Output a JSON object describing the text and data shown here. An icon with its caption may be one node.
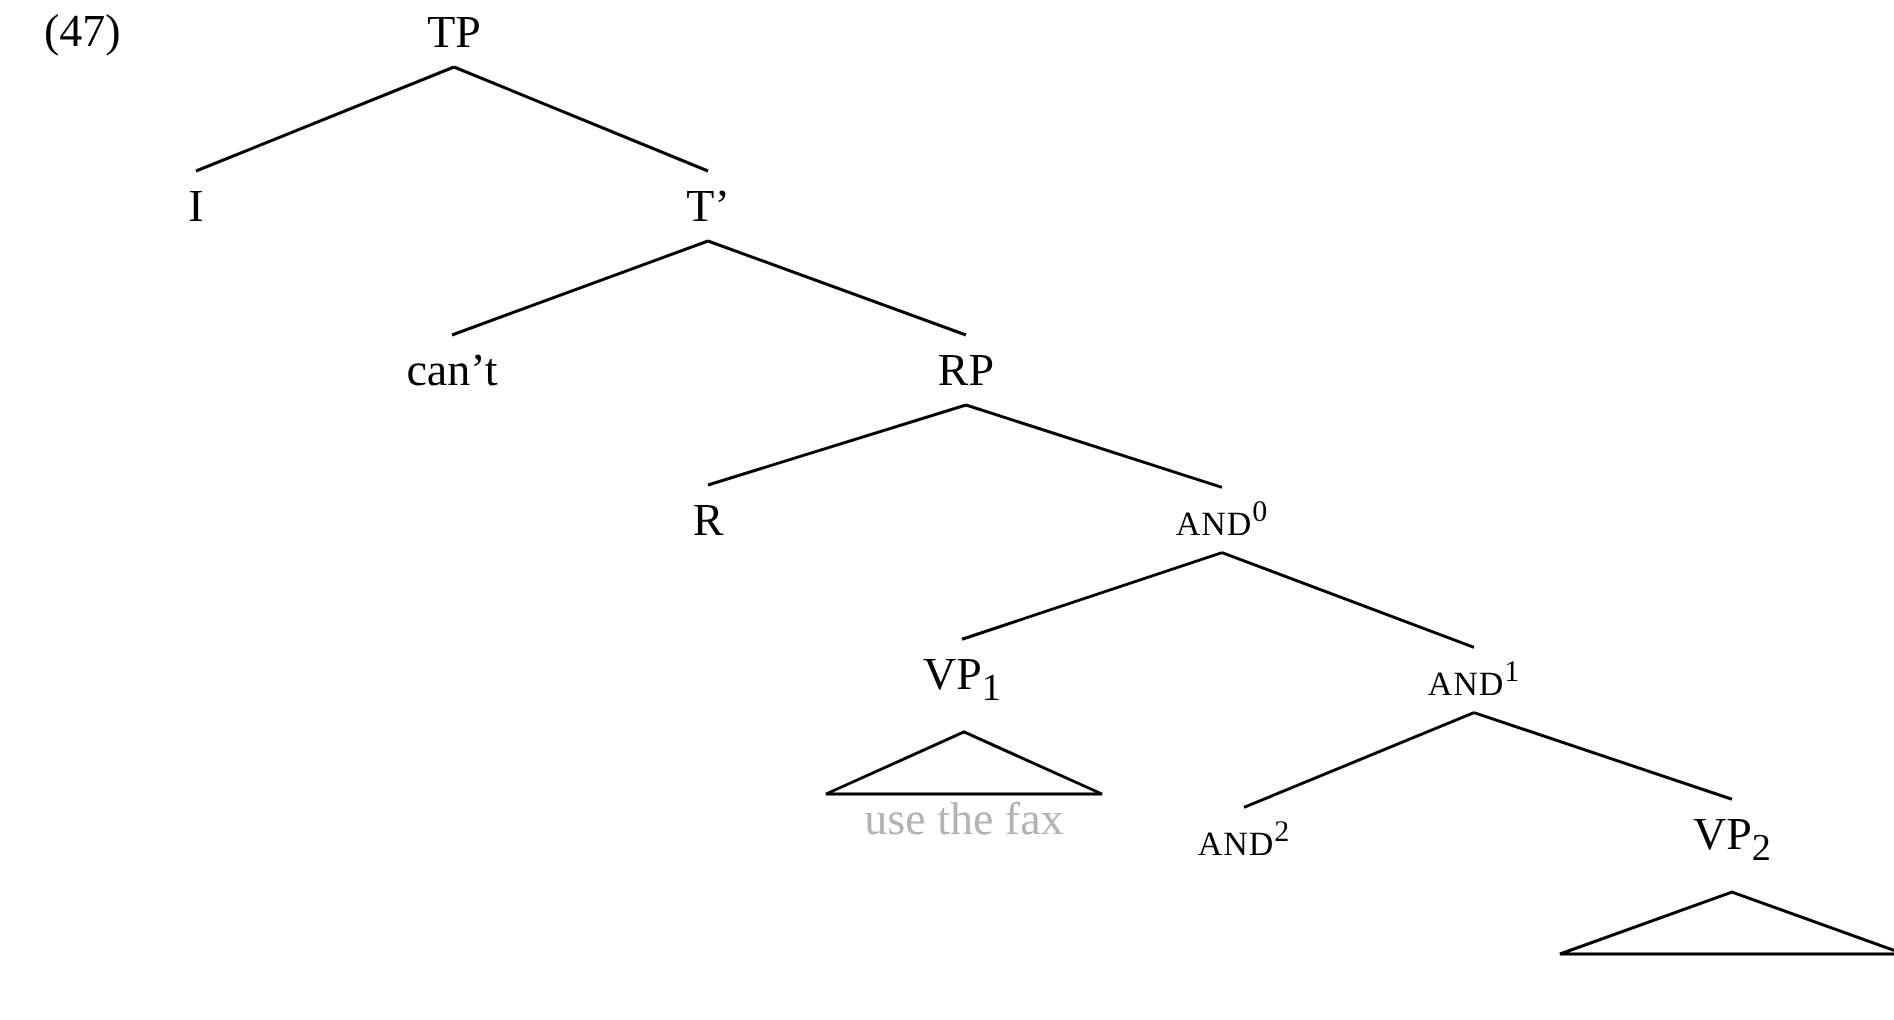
{
  "diagram": {
    "nodes": [
      {
        "text": [
          "TP"
        ]
      },
      {
        "text": [
          "I"
        ]
      },
      {
        "text": [
          "T’"
        ]
      },
      {
        "text": [
          "can’t"
        ]
      },
      {
        "text": [
          "RP"
        ]
      },
      {
        "text": [
          "R"
        ]
      },
      {
        "text": [
          "AND$^{0}$"
        ]
      },
      {
        "text": [
          "VP$_{1}$"
        ]
      },
      {
        "text": [
          "AND$^{1}$"
        ]
      },
      {
        "text": [
          "use the fax"
        ]
      },
      {
        "text": [
          "AND$^{2}$"
        ]
      },
      {
        "text": [
          "VP$_{2}$"
        ]
      },
      {
        "text": [],
        "shape": "triangle"
      }
    ],
    "edges": [
      {
        "from": 0,
        "to": 1,
        "arrow": "none"
      },
      {
        "from": 0,
        "to": 2,
        "arrow": "none"
      },
      {
        "from": 2,
        "to": 3,
        "arrow": "none"
      },
      {
        "from": 2,
        "to": 4,
        "arrow": "none"
      },
      {
        "from": 4,
        "to": 5,
        "arrow": "none"
      },
      {
        "from": 4,
        "to": 6,
        "arrow": "none"
      },
      {
        "from": 6,
        "to": 7,
        "arrow": "none"
      },
      {
        "from": 6,
        "to": 8,
        "arrow": "none"
      },
      {
        "from": 8,
        "to": 10,
        "arrow": "none"
      },
      {
        "from": 8,
        "to": 11,
        "arrow": "none"
      }
    ],
    "labels": [
      "(47)"
    ]
  }
}
